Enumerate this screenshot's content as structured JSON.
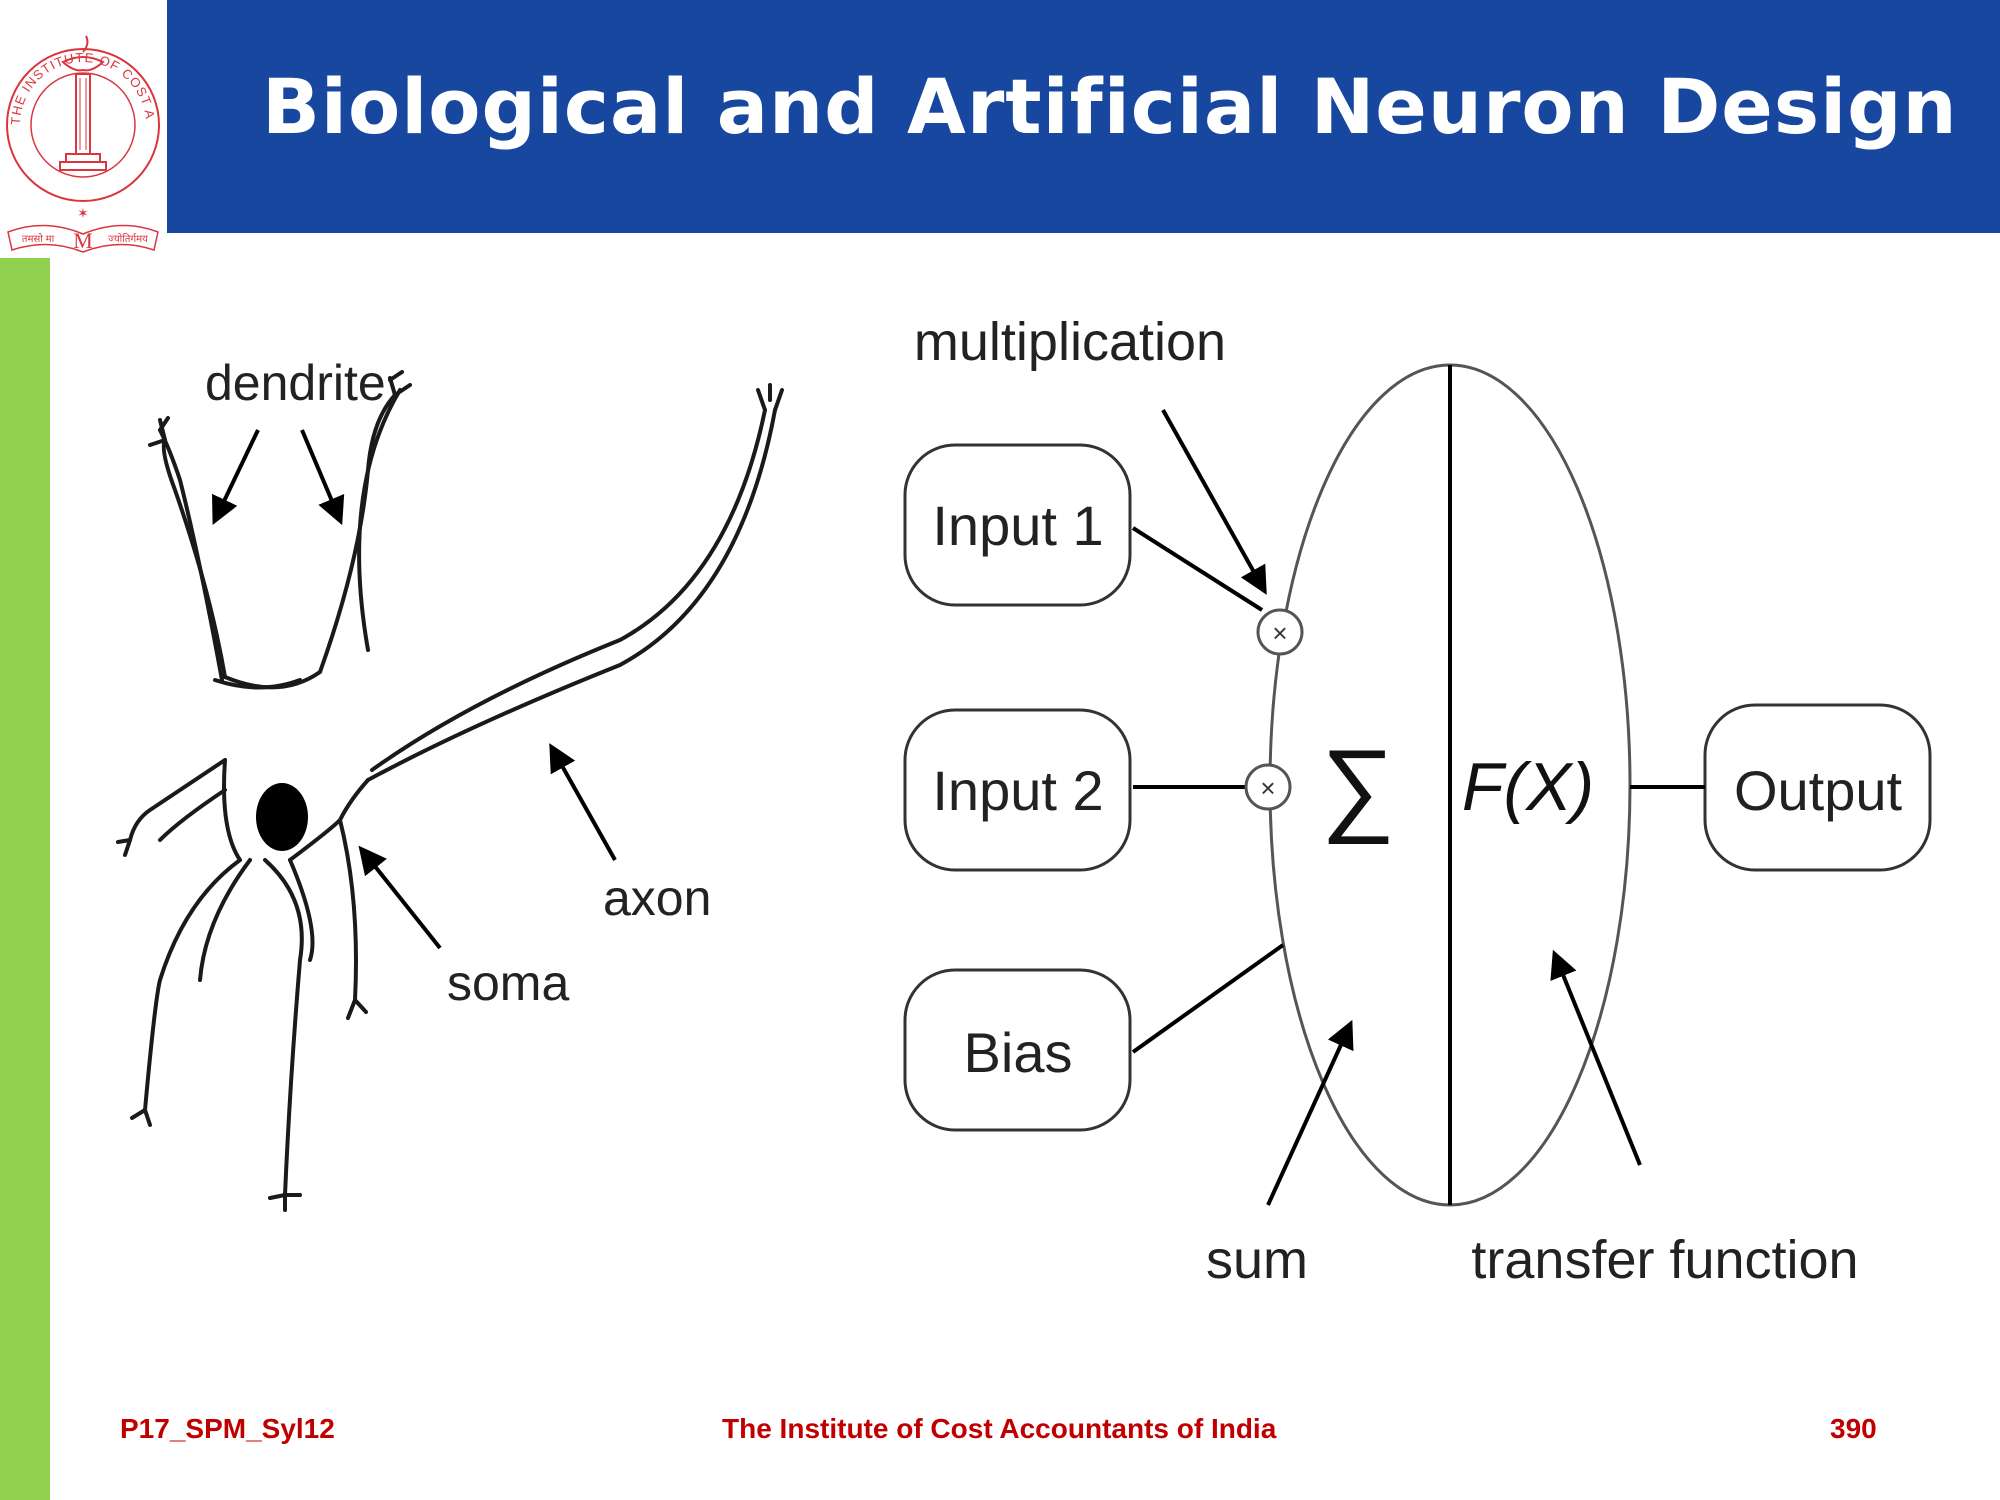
{
  "slide": {
    "title": "Biological and Artificial Neuron Design",
    "logo": {
      "name": "institute-seal",
      "ring_text": "THE INSTITUTE OF COST ACCOUNTANTS OF INDIA",
      "motto_left": "तमसो मा",
      "motto_right": "ज्योतिर्गमय",
      "center_letter": "M",
      "color": "#d9363e"
    }
  },
  "biological_neuron": {
    "labels": {
      "dendrite": "dendrite",
      "axon": "axon",
      "soma": "soma"
    }
  },
  "artificial_neuron": {
    "inputs": [
      "Input 1",
      "Input 2",
      "Bias"
    ],
    "output": "Output",
    "sum_symbol": "∑",
    "function_symbol": "F(X)",
    "multiply_symbol": "×",
    "labels": {
      "multiplication": "multiplication",
      "sum": "sum",
      "transfer_function": "transfer function"
    }
  },
  "footer": {
    "left": "P17_SPM_Syl12",
    "center": "The Institute of Cost Accountants of India",
    "page_number": "390"
  },
  "colors": {
    "header": "#17479e",
    "side_strip": "#92d050",
    "footer_text": "#c00000",
    "logo": "#d9363e"
  }
}
